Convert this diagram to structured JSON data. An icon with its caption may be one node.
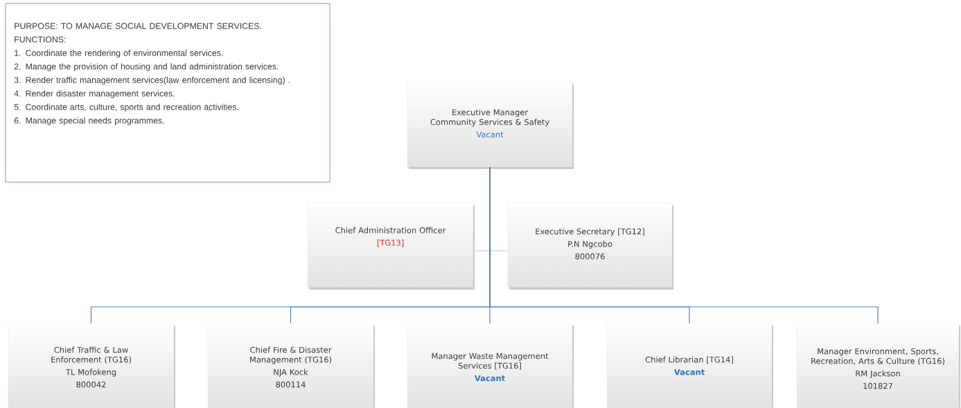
{
  "diagram": {
    "nodes": [
      {
        "text": [
          "PURPOSE:  TO MANAGE SOCIAL DEVELOPMENT SERVICES.",
          "FUNCTIONS:",
          "1.  Coordinate the rendering of environmental services.",
          "2.  Manage the provision of housing and land administration services.",
          "3.  Render traffic management services(law enforcement and licensing) .",
          "4.  Render disaster management services.",
          "5.  Coordinate arts, culture, sports and recreation activities.",
          "6.  Manage special needs programmes."
        ]
      },
      {
        "text": [
          "Executive Manager Community Services & Safety",
          "Vacant"
        ]
      },
      {
        "text": [
          "Chief Administration Officer",
          "[TG13]"
        ]
      },
      {
        "text": [
          "Executive Secretary  [TG12]",
          "P.N Ngcobo",
          "800076"
        ]
      },
      {
        "text": [
          "Chief Traffic & Law Enforcement (TG16)",
          "TL Mofokeng",
          "800042"
        ]
      },
      {
        "text": [
          "Chief Fire & Disaster Management (TG16)",
          "NJA Kock",
          "800114"
        ]
      },
      {
        "text": [
          "Manager Waste Management Services [TG16]",
          "Vacant"
        ]
      },
      {
        "text": [
          "Chief Librarian [TG14]",
          "Vacant"
        ]
      },
      {
        "text": [
          "Manager Environment, Sports, Recreation, Arts & Culture (TG16)",
          "RM Jackson",
          "101827"
        ]
      }
    ],
    "edges": [
      {
        "from": 1,
        "to": 2,
        "arrow": "none",
        "color": "#b8cce4"
      },
      {
        "from": 1,
        "to": 3,
        "arrow": "none",
        "color": "#b8cce4"
      },
      {
        "from": 1,
        "to": 4,
        "arrow": "none"
      },
      {
        "from": 1,
        "to": 5,
        "arrow": "none"
      },
      {
        "from": 1,
        "to": 6,
        "arrow": "none"
      },
      {
        "from": 1,
        "to": 7,
        "arrow": "none"
      },
      {
        "from": 1,
        "to": 8,
        "arrow": "none"
      }
    ]
  }
}
